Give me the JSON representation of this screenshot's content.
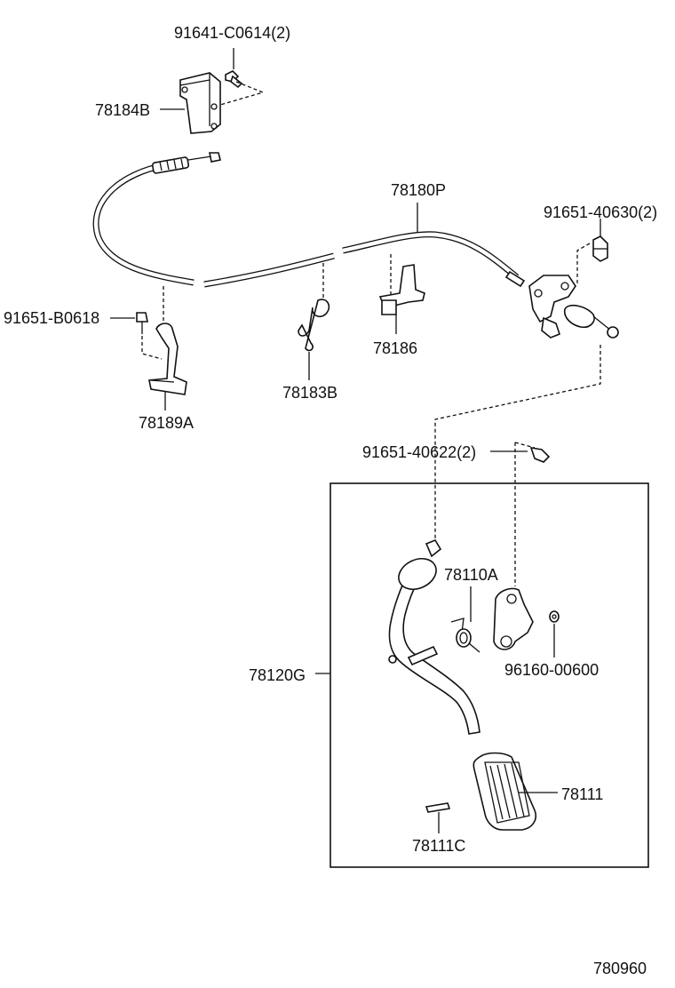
{
  "labels": {
    "bolt_top": "91641-C0614(2)",
    "bracket_top": "78184B",
    "cable_main": "78180P",
    "bolt_right": "91651-40630(2)",
    "bolt_left": "91651-B0618",
    "clamp_left": "78189A",
    "clip_mid": "78183B",
    "clamp_mid": "78186",
    "bolt_lower": "91651-40622(2)",
    "bracket_pedal": "78110A",
    "pedal_assy": "78120G",
    "nut_small": "96160-00600",
    "pedal_pad": "78111",
    "pad_pin": "78111C",
    "diagram_code": "780960"
  }
}
